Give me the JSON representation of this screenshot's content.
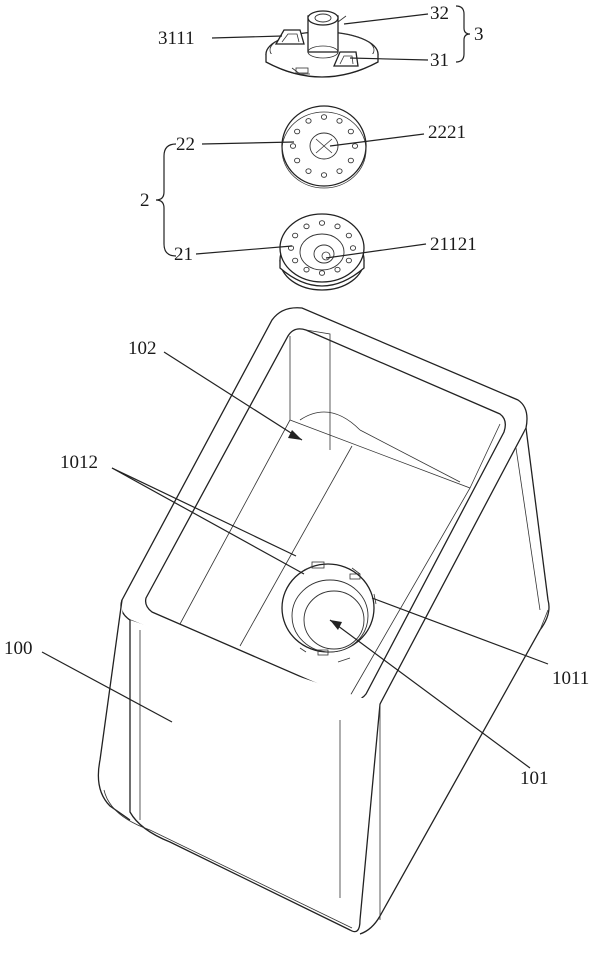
{
  "figure": {
    "labels": {
      "part_32": "32",
      "part_3111": "3111",
      "part_3": "3",
      "part_31": "31",
      "part_22": "22",
      "part_2221": "2221",
      "part_2": "2",
      "part_21": "21",
      "part_21121": "21121",
      "part_102": "102",
      "part_1012": "1012",
      "part_100": "100",
      "part_1011": "1011",
      "part_101": "101"
    }
  }
}
